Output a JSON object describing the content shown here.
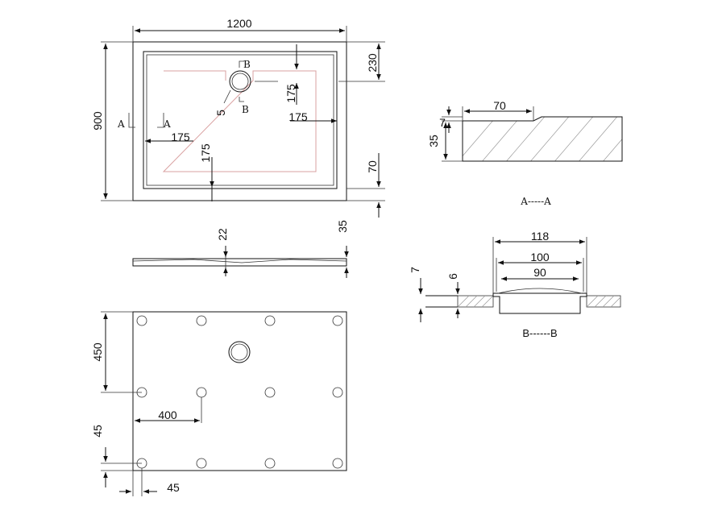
{
  "top_view": {
    "width": "1200",
    "height": "900",
    "top_offset": "230",
    "drain_offset_right": "175",
    "drain_offset_vertical": "175",
    "drain_gap": "5",
    "left_margin": "175",
    "bottom_margin": "175",
    "bottom_edge": "70",
    "section_a_left": "A",
    "section_a_right": "A",
    "section_b_top": "B",
    "section_b_bottom": "B"
  },
  "side_view": {
    "depth_22": "22",
    "thickness_35": "35"
  },
  "section_a": {
    "width": "70",
    "step": "7",
    "height": "35",
    "label": "A-----A"
  },
  "section_b": {
    "outer": "118",
    "middle": "100",
    "inner": "90",
    "total_height": "7",
    "flange": "6",
    "label": "B------B"
  },
  "bottom_view": {
    "vertical_450": "450",
    "horizontal_400": "400",
    "vertical_45": "45",
    "horizontal_45": "45"
  }
}
